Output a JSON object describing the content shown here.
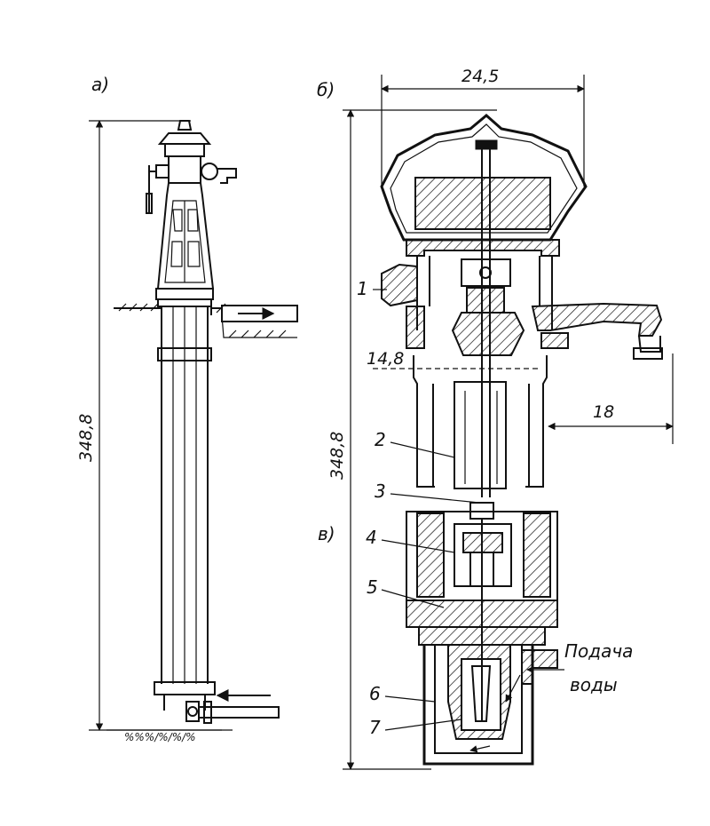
{
  "panels": {
    "a": "а)",
    "b": "б)",
    "c": "в)"
  },
  "dimensions": {
    "height_a": "348,8",
    "height_b": "348,8",
    "width_top": "24,5",
    "spout_height": "14,8",
    "spout_reach": "18"
  },
  "callouts": [
    "1",
    "2",
    "3",
    "4",
    "5",
    "6",
    "7"
  ],
  "annotations": {
    "water_supply_line1": "Подача",
    "water_supply_line2": "воды",
    "ground_hatch": "%%%/%/%/%"
  }
}
